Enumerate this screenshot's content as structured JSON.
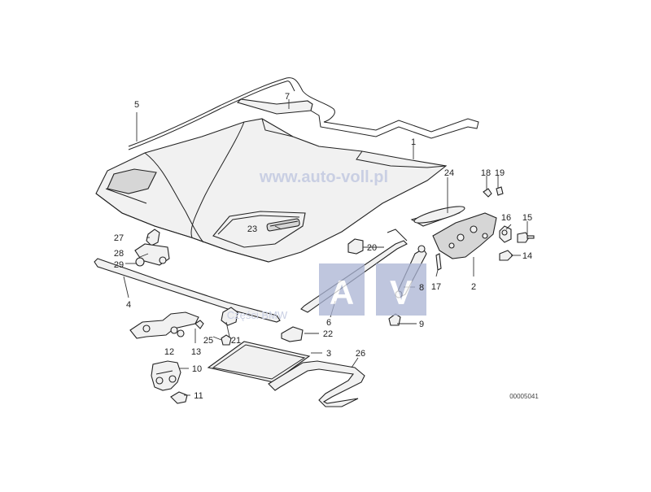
{
  "watermark": {
    "url": "www.auto-voll.pl",
    "brand_caption": "Części BMW",
    "logo_letters": [
      "A",
      "V"
    ],
    "logo_color": "#aab4d4",
    "text_color": "#c9cfe3"
  },
  "diagram_code": "00005041",
  "part_labels": [
    "1",
    "2",
    "3",
    "4",
    "5",
    "6",
    "7",
    "8",
    "9",
    "10",
    "11",
    "12",
    "13",
    "14",
    "15",
    "16",
    "17",
    "18",
    "19",
    "20",
    "21",
    "22",
    "23",
    "24",
    "25",
    "26",
    "27",
    "28",
    "29"
  ]
}
